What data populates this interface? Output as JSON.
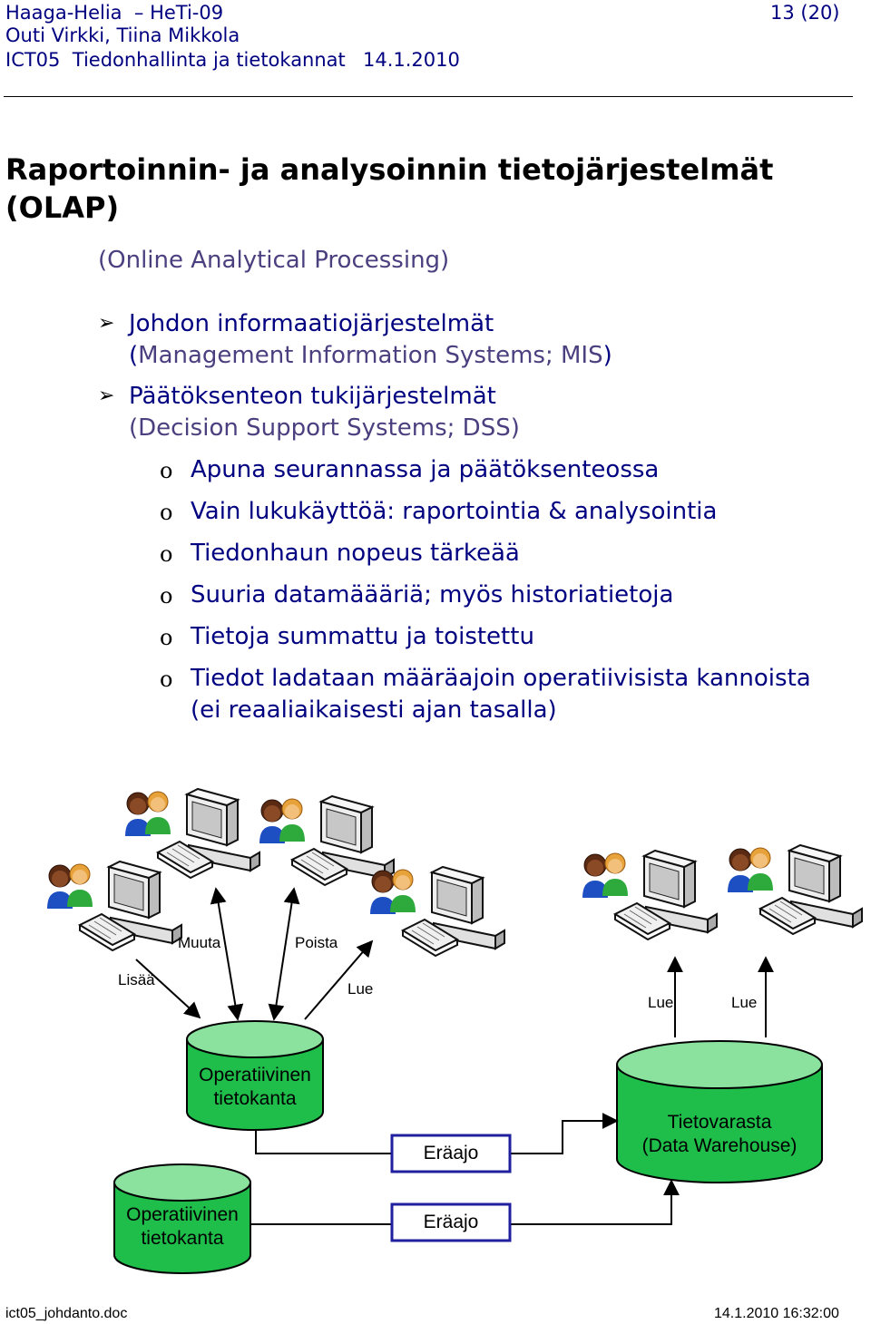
{
  "header": {
    "line1_left": "Haaga-Helia  – HeTi-09",
    "page_number": "13 (20)",
    "line2": "Outi Virkki, Tiina Mikkola",
    "line3_course": "ICT05  Tiedonhallinta ja tietokannat",
    "line3_date": "14.1.2010"
  },
  "title": {
    "line1": "Raportoinnin- ja analysoinnin tietojärjestelmät",
    "line2": "(OLAP)"
  },
  "subtitle": "(Online Analytical Processing)",
  "main_items": [
    {
      "label": "Johdon informaatiojärjestelmät",
      "en_open": "(",
      "en": "Management Information Systems; MIS",
      "en_close": ")"
    },
    {
      "label": "Päätöksenteon tukijärjestelmät",
      "en": "(Decision Support Systems; DSS)"
    }
  ],
  "sub_items": [
    "Apuna seurannassa ja päätöksenteossa",
    "Vain lukukäyttöä: raportointia & analysointia",
    "Tiedonhaun nopeus tärkeää",
    "Suuria datamäääriä; myös historiatietoja",
    "Tietoja summattu ja toistettu",
    "Tiedot ladataan määräajoin operatiivisista kannoista",
    "(ei reaaliaikaisesti ajan tasalla)"
  ],
  "glyphs": {
    "arrow_bullet": "➢",
    "sub_bullet": "o"
  },
  "diagram": {
    "labels": {
      "muuta": "Muuta",
      "poista": "Poista",
      "lisaa": "Lisää",
      "lue1": "Lue",
      "lue2": "Lue",
      "lue3": "Lue"
    },
    "db1": {
      "line1": "Operatiivinen",
      "line2": "tietokanta"
    },
    "db2": {
      "line1": "Operatiivinen",
      "line2": "tietokanta"
    },
    "warehouse": {
      "line1": "Tietovarasta",
      "line2": "(Data Warehouse)"
    },
    "batch1": "Eräajo",
    "batch2": "Eräajo",
    "colors": {
      "db_fill": "#1fbd4a",
      "db_top": "#8be29f",
      "box_border": "#1f1f9f",
      "icon": "workstation-with-users-icon"
    }
  },
  "footer": {
    "filename": "ict05_johdanto.doc",
    "timestamp": "14.1.2010 16:32:00"
  }
}
